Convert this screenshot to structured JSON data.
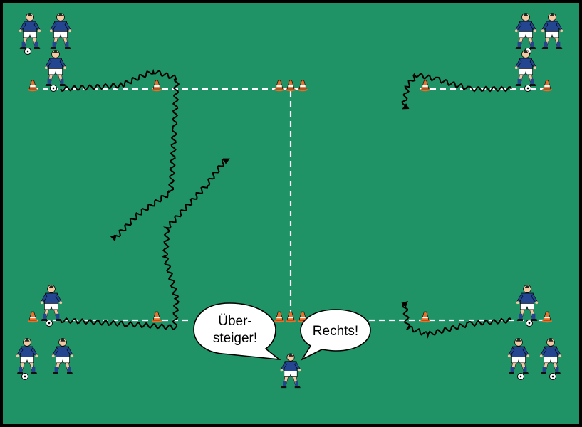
{
  "colors": {
    "pitch": "#1f9366",
    "border": "#000000",
    "line": "#ffffff",
    "cone": "#e8702a",
    "jersey": "#24458f",
    "shorts": "#ffffff",
    "socks": "#24458f",
    "skin": "#f3c9a4",
    "dribble_path": "#000000"
  },
  "callouts": {
    "left_line1": "Über-",
    "left_line2": "steiger!",
    "right": "Rechts!"
  },
  "icons": {
    "cone": "training-cone-icon",
    "ball": "soccer-ball-icon",
    "player": "player-figure-icon",
    "coach": "coach-figure-icon"
  }
}
